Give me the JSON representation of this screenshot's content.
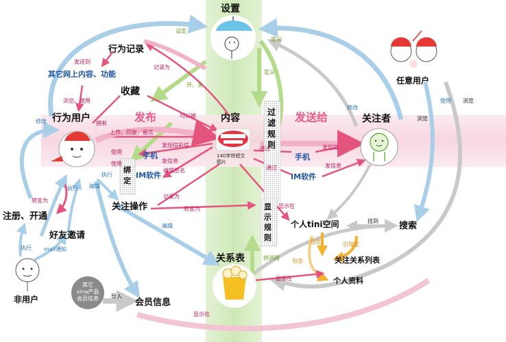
{
  "nodes": {
    "settings": "设置",
    "content": "内容",
    "relation_table": "关系表",
    "action_user": "行为用户",
    "follower": "关注者",
    "any_user": "任意用户",
    "non_user": "非用户",
    "behavior_record": "行为记录",
    "other_content": "其它网上内容、功能",
    "favorites": "收藏",
    "follow_ops": "关注操作",
    "register": "注册、开通",
    "invite": "好友邀请",
    "member_info": "会员信息",
    "sina_info": [
      "其它",
      "sina产品",
      "会员信息"
    ],
    "personal_space": "个人tini空间",
    "search": "搜索",
    "follow_list": "关注关系列表",
    "profile": "个人资料",
    "filter_rules": [
      "过",
      "滤",
      "规",
      "则"
    ],
    "display_rules": [
      "显",
      "示",
      "规",
      "则"
    ],
    "bind": [
      "绑",
      "定"
    ],
    "content_caption": [
      "140字符短文",
      "图片"
    ]
  },
  "big_labels": {
    "publish": "发布",
    "send_to": "发送给"
  },
  "channels": {
    "phone_left": "手机",
    "im_left": "IM软件",
    "phone_right": "手机",
    "im_right": "IM软件"
  },
  "edge_labels": {
    "set": "设定",
    "define1": "定义",
    "define2": "定义",
    "open_close": "开、关",
    "record_as": "记录为",
    "send_to_small": "发送到",
    "browse_use": "浏览、使用",
    "own": "拥有",
    "can_be": "可以被",
    "upload_reply": "上传、回复、留言",
    "use1": "使用",
    "use2": "使用",
    "send_mms": "发短信彩信",
    "send_info_left": "发信息",
    "edit_sign": "编辑签名",
    "pass1": "通过",
    "pass2": "通过",
    "send_sms": "发短信",
    "send_info_right": "发信息",
    "modify_left": "修改",
    "modify_right": "修改",
    "use_right": "使用",
    "browse1": "浏览",
    "browse2": "浏览",
    "execute1": "执行",
    "edit1": "编辑",
    "execute2": "执行",
    "edit2": "编辑",
    "convert1": "转变为",
    "convert2": "转变为",
    "record_as2": "记录为",
    "display_at1": "显示在",
    "display_at2": "显示在",
    "display_at3": "显示在",
    "execute3": "执行",
    "mail_notice": "mail通知",
    "import": "导入",
    "find": "找到",
    "include1": "包含",
    "include2": "包含",
    "guide_to": "引导至",
    "provide": "供调用"
  },
  "colors": {
    "pink_band": "#f7d9e2",
    "green_band": "#d5ecc0",
    "arrow_pink": "#e4547c",
    "arrow_blue": "#a9cfe8",
    "arrow_green": "#b4db8a",
    "arrow_gray": "#c9c9c9",
    "arrow_orange": "#f3b22d"
  }
}
